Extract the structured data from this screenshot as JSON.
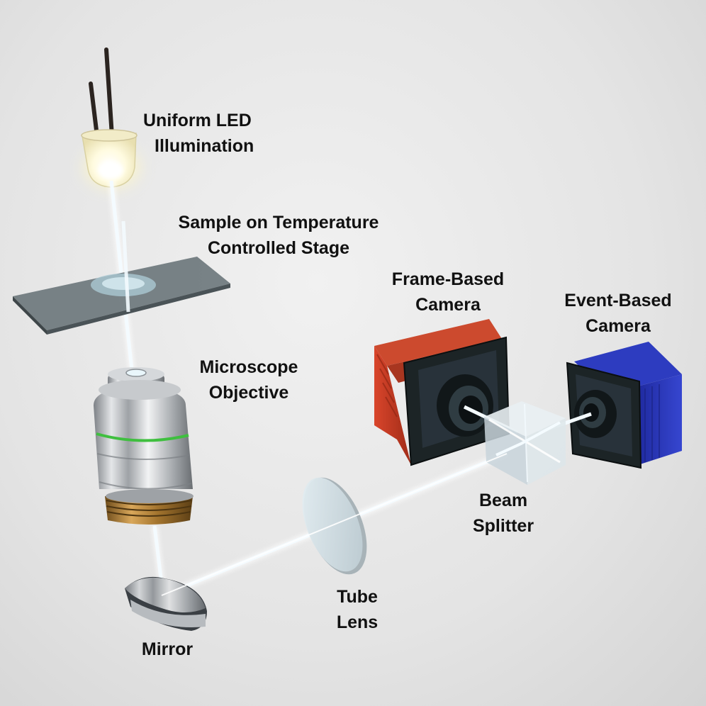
{
  "labels": {
    "led": [
      "Uniform LED",
      "Illumination"
    ],
    "sample": [
      "Sample on Temperature",
      "Controlled Stage"
    ],
    "objective": [
      "Microscope",
      "Objective"
    ],
    "frame_camera": [
      "Frame-Based",
      "Camera"
    ],
    "event_camera": [
      "Event-Based",
      "Camera"
    ],
    "beam_splitter": [
      "Beam",
      "Splitter"
    ],
    "tube_lens": [
      "Tube",
      "Lens"
    ],
    "mirror": [
      "Mirror"
    ]
  },
  "colors": {
    "background": "#e6e6e6",
    "frame_camera_body": "#c23a22",
    "event_camera_body": "#2536b8",
    "camera_front": "#1c2426",
    "light_beam": "#f4fbff",
    "objective_ring": "#3fbf3f",
    "objective_thread": "#b8873a",
    "slide_glass": "#5f6b70"
  }
}
